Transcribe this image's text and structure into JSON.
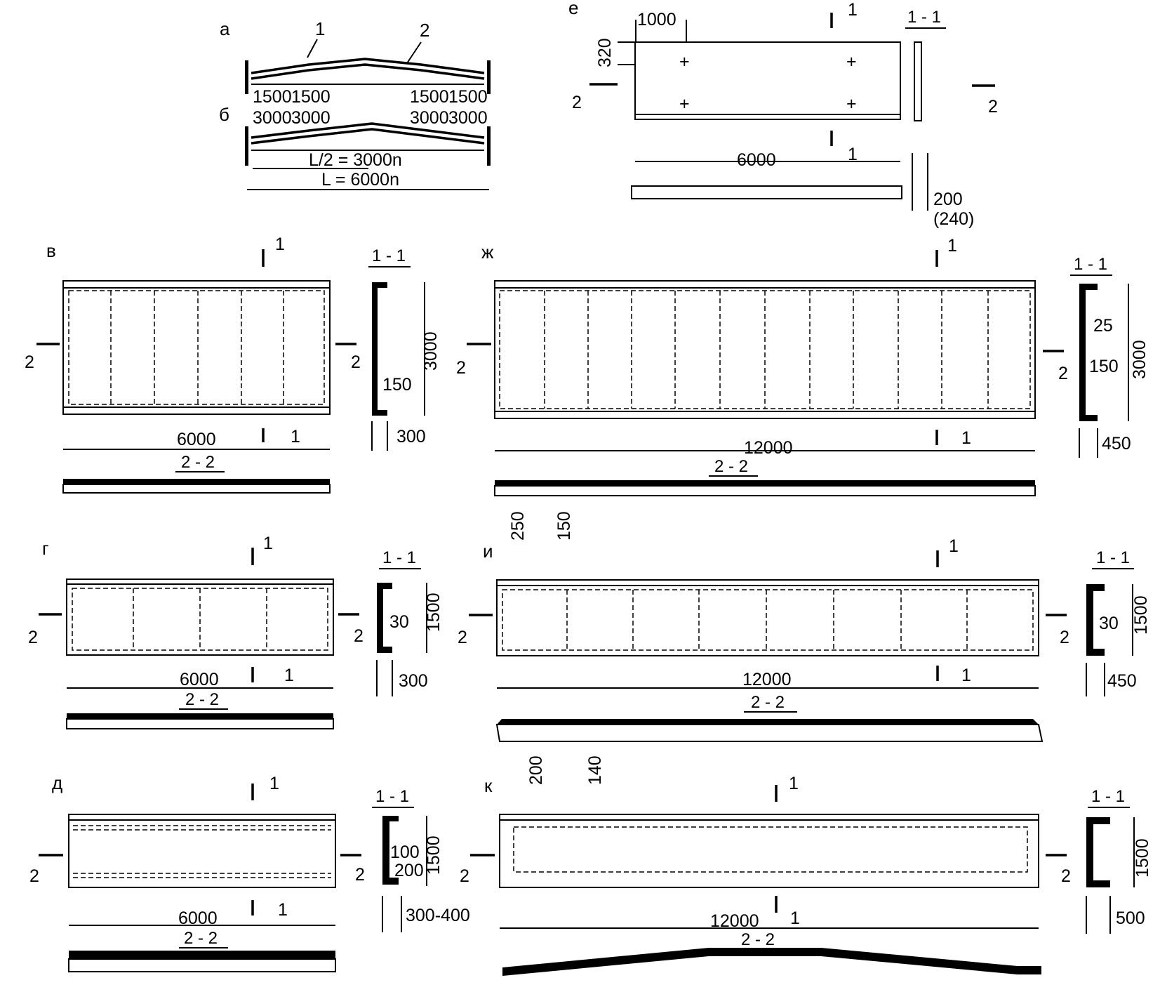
{
  "panel_labels": {
    "a": "а",
    "b": "б",
    "v": "в",
    "g": "г",
    "d": "д",
    "e": "е",
    "zh": "ж",
    "i": "и",
    "k": "к"
  },
  "panel_a": {
    "callout_1": "1",
    "callout_2": "2",
    "dims_top": [
      "1500",
      "1500",
      "1500",
      "1500"
    ]
  },
  "panel_b": {
    "dims_top": [
      "3000",
      "3000",
      "3000",
      "3000"
    ],
    "half_span": "L/2 = 3000n",
    "span": "L = 6000n"
  },
  "panel_e": {
    "offset": "1000",
    "height": "320",
    "length": "6000",
    "thickness": "200",
    "thickness_alt": "(240)",
    "section_title": "1 - 1"
  },
  "panel_v": {
    "length": "6000",
    "section_title": "1 - 1",
    "section_2_title": "2 - 2",
    "height": "3000",
    "rib": "150",
    "depth": "300"
  },
  "panel_zh": {
    "length": "12000",
    "section_title": "1 - 1",
    "section_2_title": "2 - 2",
    "height": "3000",
    "dim_25": "25",
    "rib": "150",
    "depth": "450",
    "rib_w1": "250",
    "rib_w2": "150"
  },
  "panel_g": {
    "length": "6000",
    "section_title": "1 - 1",
    "section_2_title": "2 - 2",
    "height": "1500",
    "rib": "30",
    "depth": "300"
  },
  "panel_i": {
    "length": "12000",
    "section_title": "1 - 1",
    "section_2_title": "2 - 2",
    "height": "1500",
    "rib": "30",
    "depth": "450",
    "rib_w1": "200",
    "rib_w2": "140"
  },
  "panel_d": {
    "length": "6000",
    "section_title": "1 - 1",
    "section_2_title": "2 - 2",
    "height": "1500",
    "dim_100": "100",
    "dim_200": "200",
    "depth": "300-400"
  },
  "panel_k": {
    "length": "12000",
    "section_title": "1 - 1",
    "section_2_title": "2 - 2",
    "height": "1500",
    "depth": "500"
  },
  "section_marks": {
    "one": "1",
    "two": "2"
  }
}
